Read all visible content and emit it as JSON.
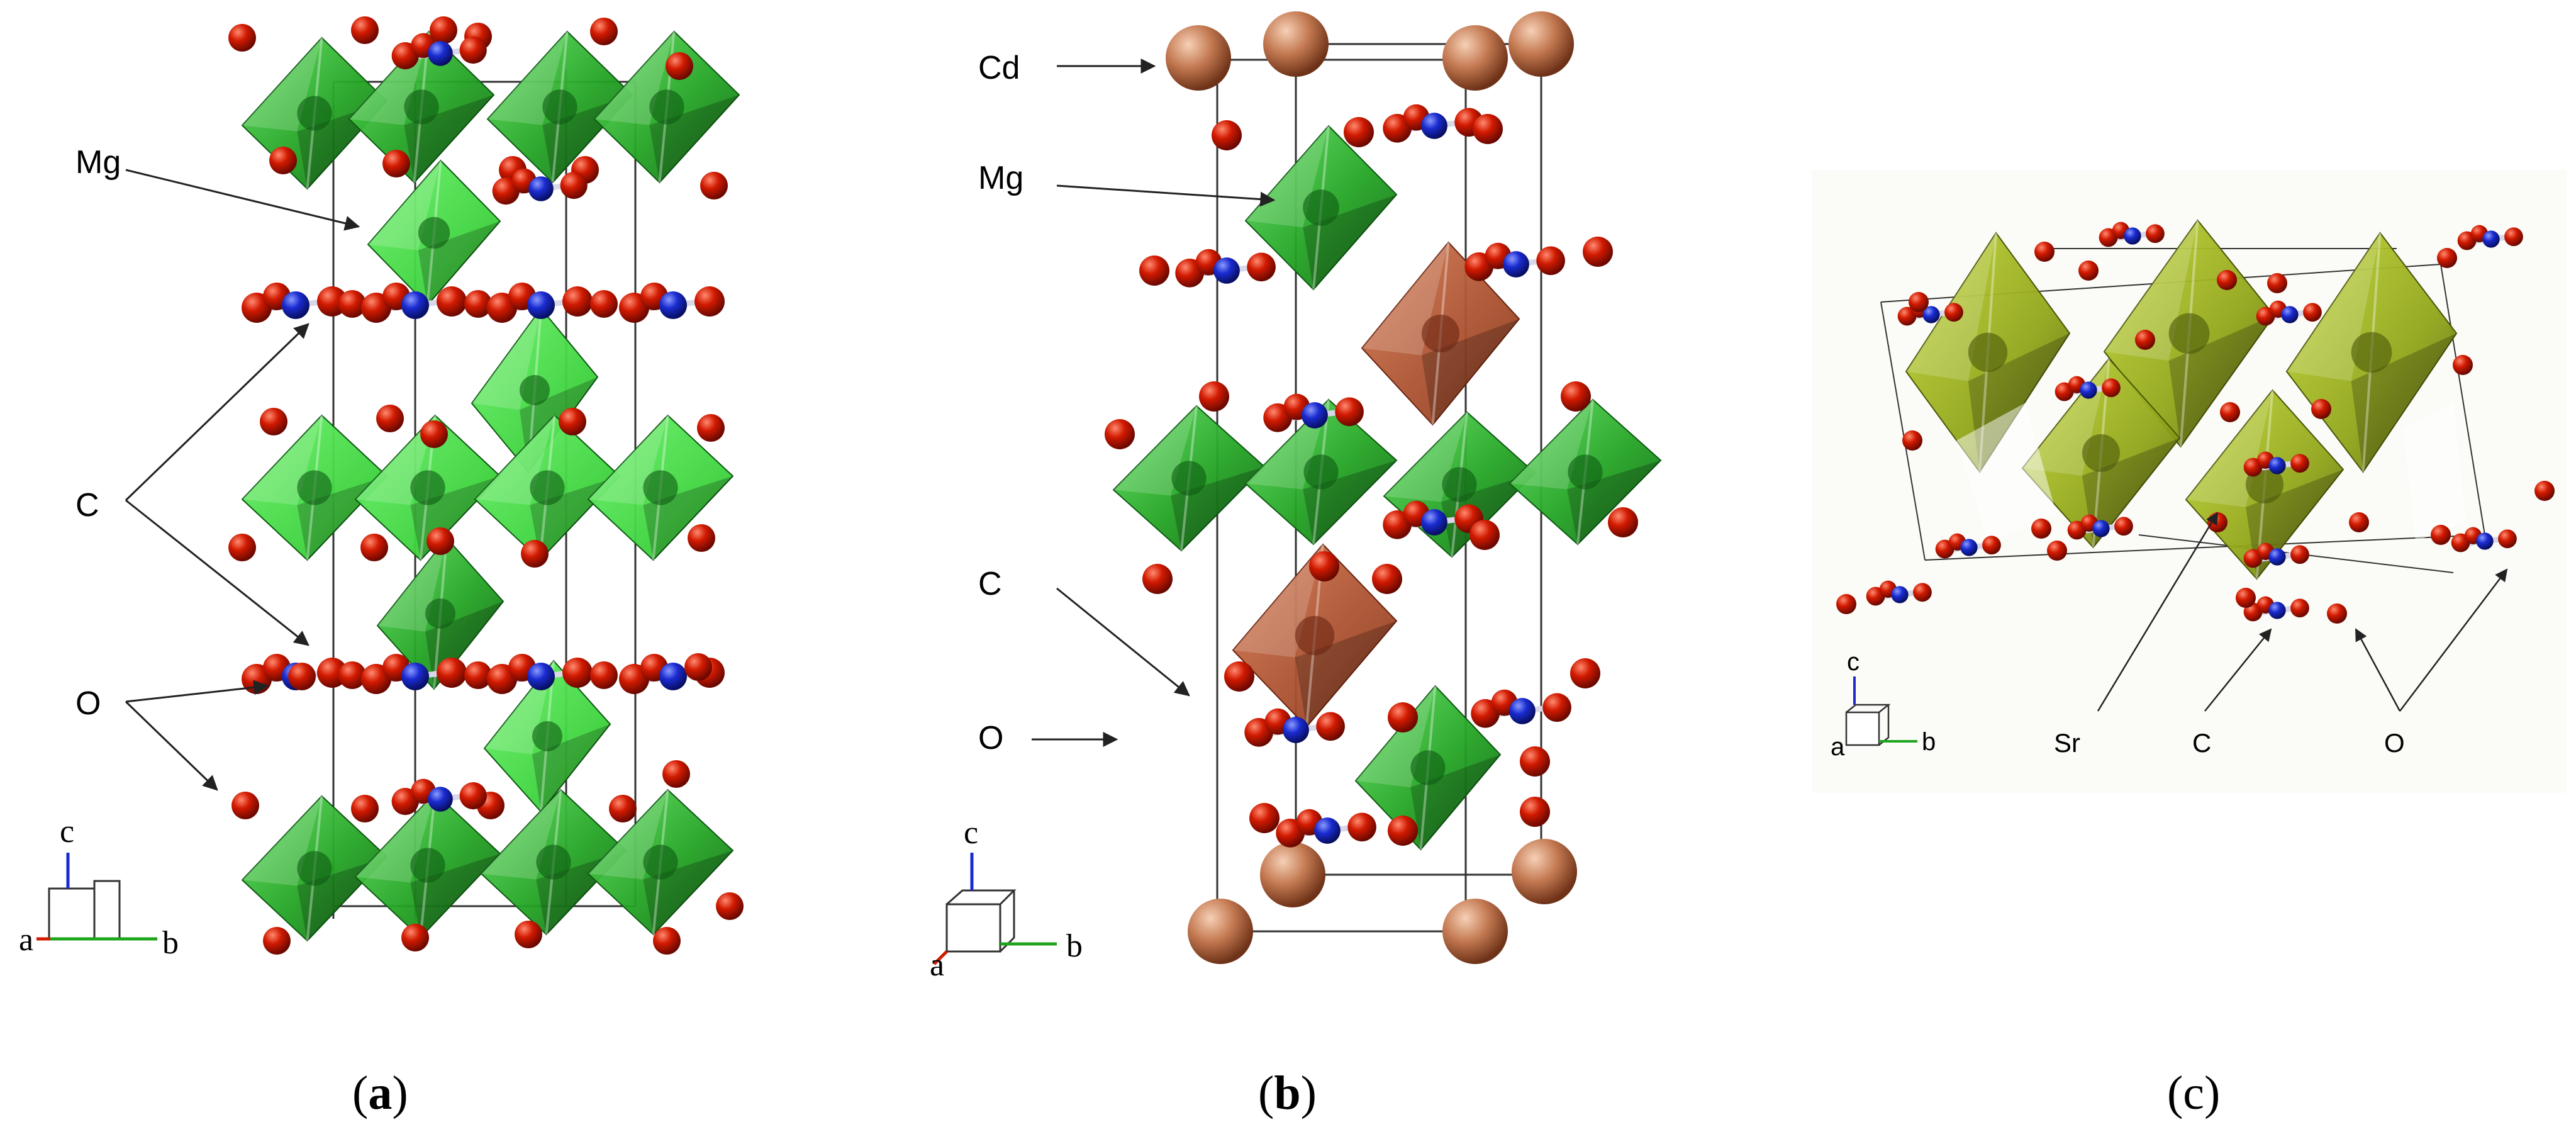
{
  "panel_a": {
    "labels": {
      "mg": "Mg",
      "c": "C",
      "o": "O"
    },
    "axes": {
      "a": "a",
      "b": "b",
      "c": "c"
    },
    "caption": {
      "open": "(",
      "letter": "a",
      "close": ")"
    }
  },
  "panel_b": {
    "labels": {
      "cd": "Cd",
      "mg": "Mg",
      "c": "C",
      "o": "O"
    },
    "axes": {
      "a": "a",
      "b": "b",
      "c": "c"
    },
    "caption": {
      "open": "(",
      "letter": "b",
      "close": ")"
    }
  },
  "panel_c": {
    "labels": {
      "sr": "Sr",
      "c": "C",
      "o": "O"
    },
    "axes": {
      "a": "a",
      "b": "b",
      "c": "c"
    },
    "caption": {
      "text": "(c)"
    }
  },
  "colors": {
    "mg_octahedron": "#2fae2f",
    "cd_octahedron": "#b2532e",
    "sr_polyhedron": "#a4b820",
    "oxygen": "#cc1400",
    "carbon": "#1a2bd0",
    "cadmium": "#c47a52"
  }
}
